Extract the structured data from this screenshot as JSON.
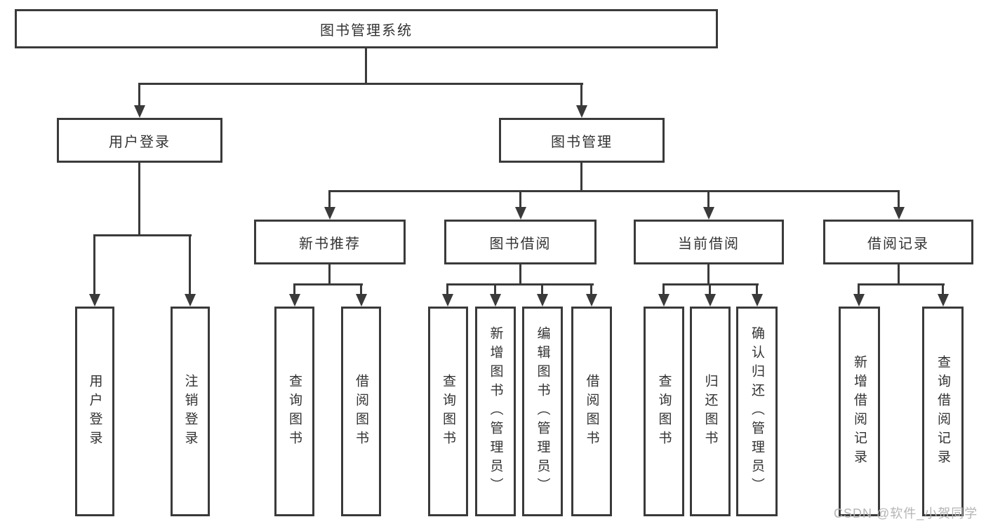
{
  "tree": {
    "root": {
      "label": "图书管理系统"
    },
    "l2": [
      {
        "label": "用户登录"
      },
      {
        "label": "图书管理"
      }
    ],
    "l3": [
      {
        "label": "新书推荐"
      },
      {
        "label": "图书借阅"
      },
      {
        "label": "当前借阅"
      },
      {
        "label": "借阅记录"
      }
    ],
    "g1": [
      {
        "label": "用户登录"
      },
      {
        "label": "注销登录"
      }
    ],
    "g2": [
      {
        "label": "查询图书"
      },
      {
        "label": "借阅图书"
      }
    ],
    "g3": [
      {
        "label": "查询图书"
      },
      {
        "label": "新增图书（管理员）"
      },
      {
        "label": "编辑图书（管理员）"
      },
      {
        "label": "借阅图书"
      }
    ],
    "g4": [
      {
        "label": "查询图书"
      },
      {
        "label": "归还图书"
      },
      {
        "label": "确认归还（管理员）"
      }
    ],
    "g5": [
      {
        "label": "新增借阅记录"
      },
      {
        "label": "查询借阅记录"
      }
    ]
  },
  "watermark": {
    "text": "CSDN @软件_小贺同学"
  },
  "colors": {
    "line": "#3a3a3a",
    "text": "#333333",
    "watermark": "#b5b5b5",
    "background": "#ffffff"
  }
}
